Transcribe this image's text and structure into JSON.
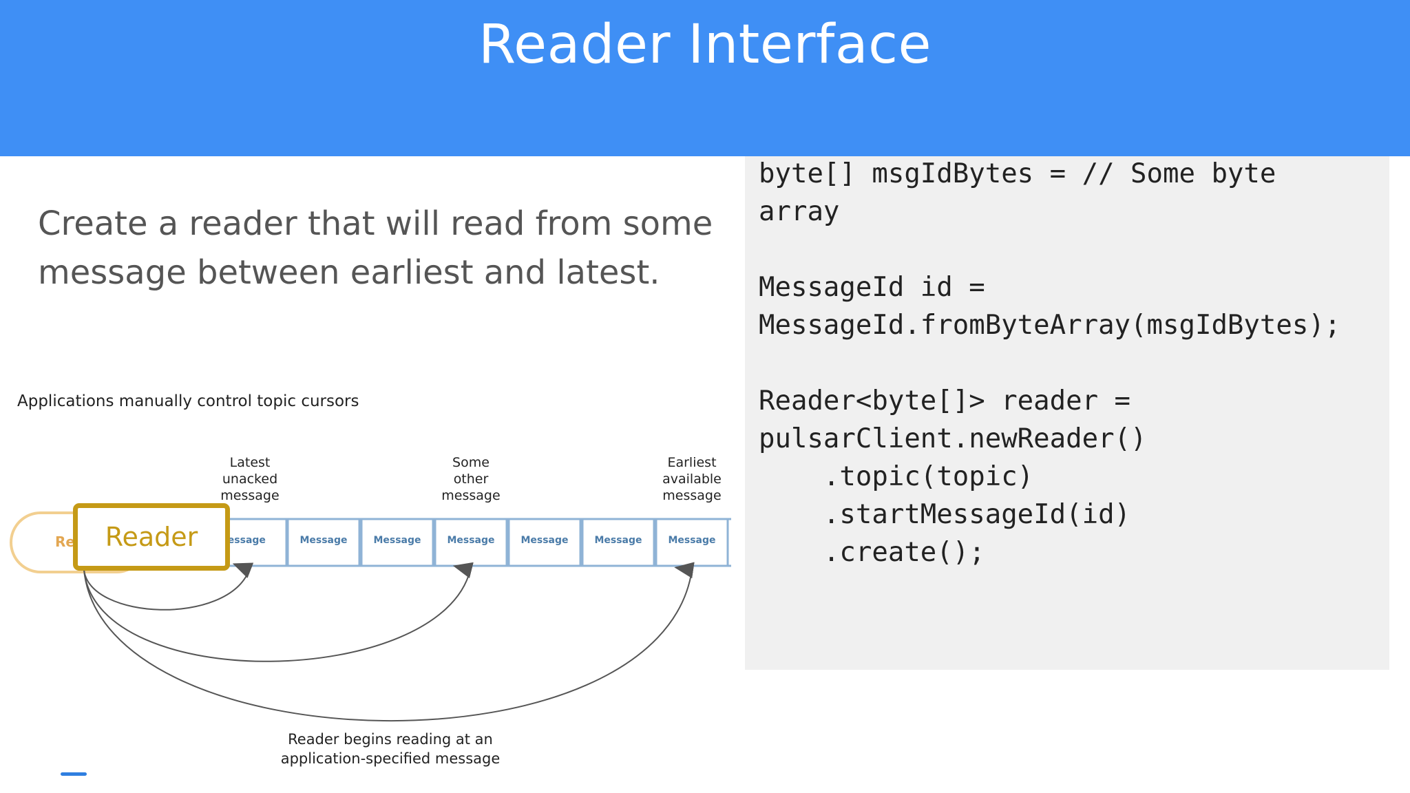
{
  "slide": {
    "title": "Reader Interface",
    "lead_lines": [
      "Create a reader that will read from some",
      "message between earliest and latest."
    ]
  },
  "code": {
    "lines": [
      "byte[] msgIdBytes = // Some byte",
      "array",
      "",
      "MessageId id =",
      "MessageId.fromByteArray(msgIdBytes);",
      "",
      "Reader<byte[]> reader =",
      "pulsarClient.newReader()",
      "    .topic(topic)",
      "    .startMessageId(id)",
      "    .create();"
    ]
  },
  "diagram": {
    "caption": "Applications manually control topic cursors",
    "reader_label": "Reader",
    "ghost_label": "Re",
    "cell_label": "Message",
    "cell_visible_partial": "lessage",
    "markers": [
      {
        "lines": [
          "Latest",
          "unacked",
          "message"
        ]
      },
      {
        "lines": [
          "Some",
          "other",
          "message"
        ]
      },
      {
        "lines": [
          "Earliest",
          "available",
          "message"
        ]
      }
    ],
    "bottom_caption": [
      "Reader begins reading at an",
      "application-specified message"
    ],
    "colors": {
      "header": "#3f8ff5",
      "reader": "#c59a16",
      "ghost": "#f2cf90",
      "cell_border": "#8fb3d6",
      "cell_text": "#4a7ba8",
      "arrow": "#555555"
    }
  }
}
